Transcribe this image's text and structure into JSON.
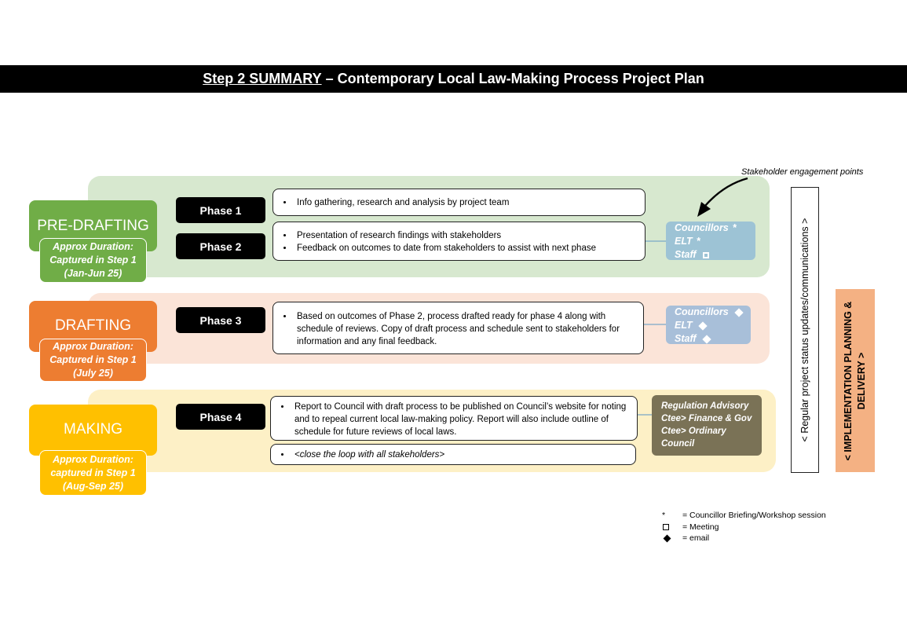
{
  "title": {
    "underlined": "Step 2 SUMMARY",
    "rest": " – Contemporary Local Law-Making Process Project Plan"
  },
  "stages": {
    "pre_drafting": {
      "label": "PRE-DRAFTING",
      "duration": [
        "Approx Duration:",
        "Captured in Step 1",
        "(Jan-Jun 25)"
      ]
    },
    "drafting": {
      "label": "DRAFTING",
      "duration": [
        "Approx Duration:",
        "Captured in Step 1",
        "(July 25)"
      ]
    },
    "making": {
      "label": "MAKING",
      "duration": [
        "Approx Duration:",
        "captured in Step 1",
        "(Aug-Sep 25)"
      ]
    }
  },
  "phases": [
    "Phase 1",
    "Phase 2",
    "Phase 3",
    "Phase 4"
  ],
  "content": {
    "phase1": [
      "Info gathering, research and analysis by project team"
    ],
    "phase2": [
      "Presentation of research findings with stakeholders",
      "Feedback on outcomes to date from stakeholders to assist with next phase"
    ],
    "phase3": [
      "Based on outcomes of Phase 2, process drafted ready for phase 4 along with schedule of reviews. Copy of draft process and schedule sent to stakeholders for information and any final feedback."
    ],
    "phase4": [
      "Report to Council with draft process to be published on Council’s website for noting and to repeal current local law-making policy. Report will also include outline of schedule for future reviews of local laws."
    ],
    "phase4_close": [
      "<close the loop with all stakeholders>"
    ]
  },
  "stakeholders": {
    "pre": [
      {
        "label": "Councillors",
        "symbol": "*"
      },
      {
        "label": "ELT",
        "symbol": "*"
      },
      {
        "label": "Staff",
        "symbol": "square"
      }
    ],
    "draft": [
      {
        "label": "Councillors",
        "symbol": "diamond"
      },
      {
        "label": "ELT",
        "symbol": "diamond"
      },
      {
        "label": "Staff",
        "symbol": "diamond"
      }
    ],
    "making": [
      "Regulation Advisory",
      "Ctee> Finance & Gov",
      "Ctee> Ordinary",
      "Council"
    ]
  },
  "annotation": "Stakeholder engagement points",
  "side_status": "< Regular project status updates/communications >",
  "side_impl": [
    "< IMPLEMENTATION PLANNING &",
    "DELIVERY >"
  ],
  "legend": [
    {
      "symbol": "*",
      "text": "= Councillor Briefing/Workshop session"
    },
    {
      "symbol": "square",
      "text": "= Meeting"
    },
    {
      "symbol": "diamond",
      "text": "= email"
    }
  ],
  "colors": {
    "pre_drafting": "#70ad47",
    "drafting": "#ed7d31",
    "making": "#ffc000",
    "implementation": "#f4b183"
  }
}
